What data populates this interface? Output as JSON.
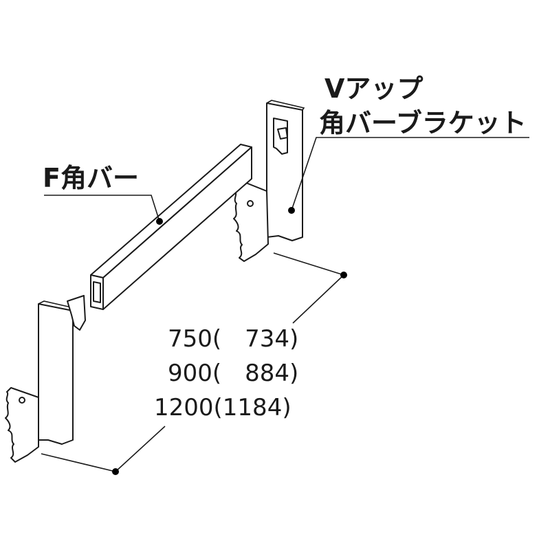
{
  "labels": {
    "bracket_line1": "Vアップ",
    "bracket_line2": "角バーブラケット",
    "bar": "F角バー"
  },
  "dimensions": [
    "750(　734)",
    "900(　884)",
    "1200(1184)"
  ]
}
